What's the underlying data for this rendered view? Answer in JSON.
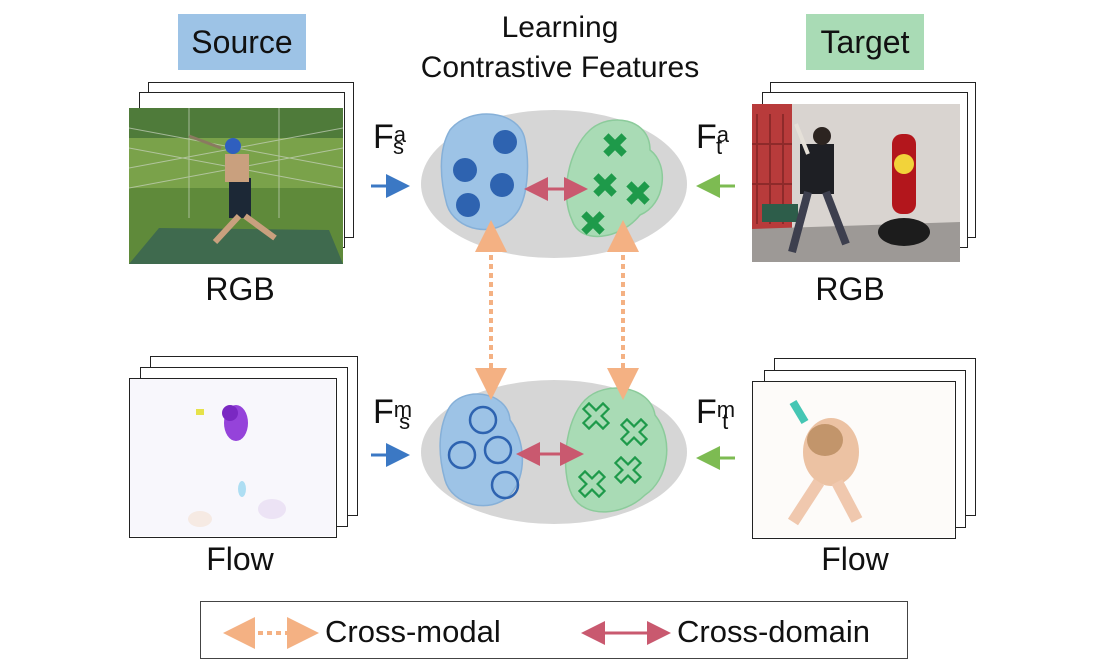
{
  "source": {
    "label": "Source",
    "color": "#9dc3e6",
    "rgb_label": "RGB",
    "flow_label": "Flow",
    "feature_rgb": {
      "base": "F",
      "sup": "a",
      "sub": "s"
    },
    "feature_flow": {
      "base": "F",
      "sup": "m",
      "sub": "s"
    }
  },
  "target": {
    "label": "Target",
    "color": "#a9dbb5",
    "rgb_label": "RGB",
    "flow_label": "Flow",
    "feature_rgb": {
      "base": "F",
      "sup": "a",
      "sub": "t"
    },
    "feature_flow": {
      "base": "F",
      "sup": "m",
      "sub": "t"
    }
  },
  "center": {
    "title_line1": "Learning",
    "title_line2": "Contrastive Features"
  },
  "legend": {
    "cross_modal": "Cross-modal",
    "cross_domain": "Cross-domain"
  },
  "colors": {
    "source_arrow": "#3b78c4",
    "target_arrow": "#7dbb52",
    "cross_modal": "#f4b183",
    "cross_domain": "#c9596f",
    "ellipse": "#d6d6d6",
    "source_blob": "#9dc3e6",
    "target_blob": "#a9dbb5",
    "source_mark": "#2e63b0",
    "target_mark": "#1e9a4a"
  }
}
